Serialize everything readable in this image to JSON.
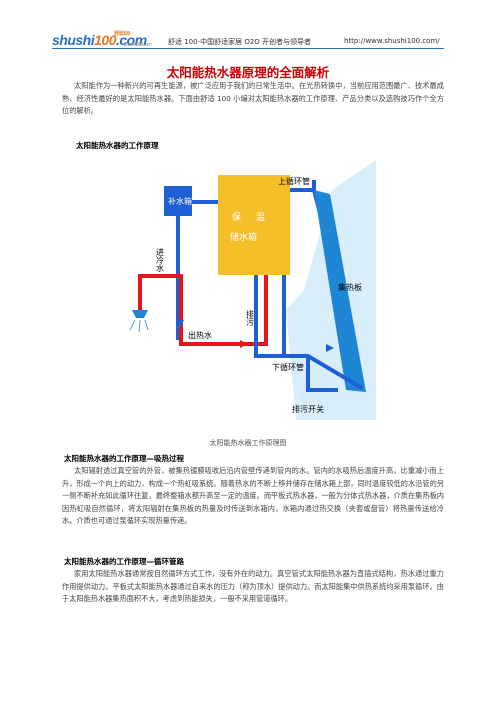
{
  "header": {
    "logo_main": "shushi",
    "logo_num": "100",
    "logo_suffix": ".com",
    "logo_tag": "舒适100",
    "logo_domain": "shushi100.com",
    "site_text": "舒适 100-中国舒适家居 O2O 开创者与领导者",
    "url": "http://www.shushi100.com/"
  },
  "title": "太阳能热水器原理的全面解析",
  "intro": "太阳能作为一种新兴的可再生能源，被广泛应用于我们的日常生活中。在光热转换中，当前应用范围最广、技术最成熟、经济性最好的是太阳能热水器。下面由舒适 100 小编对太阳能热水器的工作原理、产品分类以及选购技巧作个全方位的解析。",
  "section1": "太阳能热水器的工作原理",
  "diagram": {
    "labels": {
      "supply_tank": "补水箱",
      "cold_in": "进冷水",
      "upper_loop": "上循环管",
      "storage": [
        "保",
        "温",
        "储水箱"
      ],
      "collector": "集热板",
      "lower_loop": "下循环管",
      "hot_out": "出热水",
      "drain": "排污",
      "drain_switch": "排污开关"
    },
    "colors": {
      "hot": "#e8141c",
      "cold": "#1f5fd6",
      "tank": "#f6bf2a",
      "collector": "#1f86d6",
      "sky": "#29a9e9"
    }
  },
  "caption": "太阳能热水器工作原理图",
  "sub1": {
    "title": "太阳能热水器的工作原理—吸热过程",
    "text": "太阳辐射透过真空管的外管，被集热镀膜吸收后沿内管壁传递到管内的水。管内的水吸热后温度升高，比重减小而上升，形成一个向上的动力，构成一个热虹吸系统。随着热水的不断上移并储存在储水箱上部，同时温度较低的水沿管的另一侧不断补充如此循环往复，最终整箱水都升高至一定的温度。而平板式热水器，一般为分体式热水器，介质在集热板内因热虹吸自然循环，将太阳辐射在集热板的热量及时传送到水箱内，水箱内通过热交换（夹套或盘管）将热量传送给冷水。介质也可通过泵循环实现热量传递。"
  },
  "sub2": {
    "title": "太阳能热水器的工作原理—循环管路",
    "text": "家用太阳能热水器通常按自然循环方式工作，没有外在的动力。真空管式太阳能热水器为直插式结构，热水通过重力作用提供动力。平板式太阳能热水器通过自来水的压力（称为顶水）提供动力。而太阳能集中供热系统均采用泵循环。由于太阳能热水器集热面积不大，考虑到热能损失，一般不采用管道循环。"
  }
}
